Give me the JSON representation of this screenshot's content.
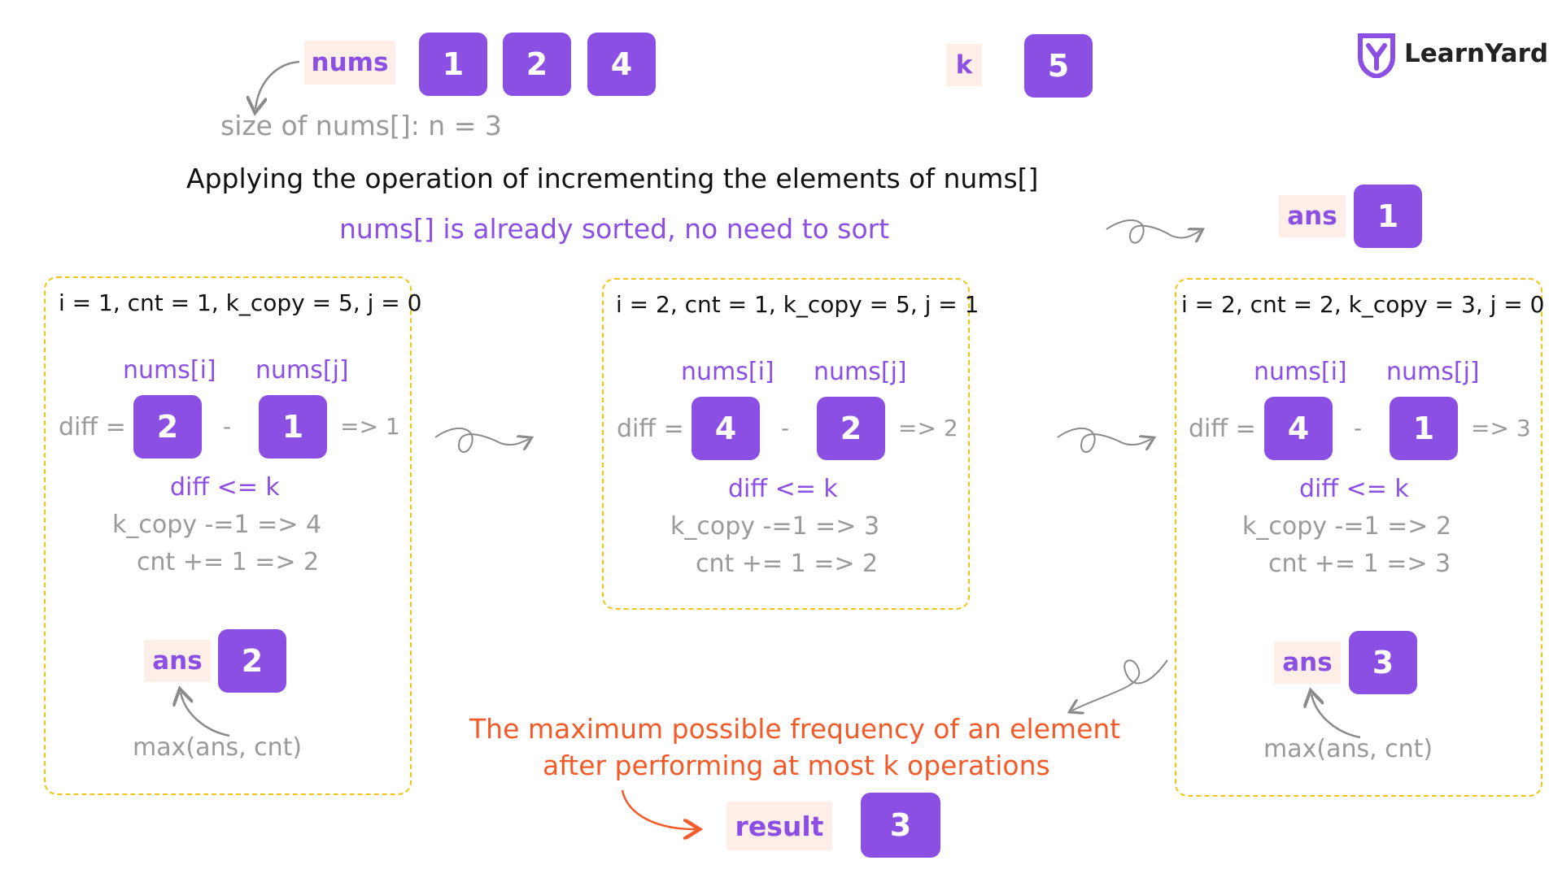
{
  "header": {
    "nums_label": "nums",
    "nums_values": [
      "1",
      "2",
      "4"
    ],
    "k_label": "k",
    "k_value": "5",
    "size_text": "size of nums[]: n = 3",
    "logo_text": "LearnYard"
  },
  "intro": {
    "line1": "Applying the operation of incrementing the elements of nums[]",
    "line2": "nums[] is already sorted, no need to sort"
  },
  "top_ans": {
    "label": "ans",
    "value": "1"
  },
  "steps": [
    {
      "header": "i = 1, cnt = 1, k_copy = 5, j = 0",
      "ni_label": "nums[i]",
      "nj_label": "nums[j]",
      "diff_label": "diff =",
      "ni_value": "2",
      "minus": "-",
      "nj_value": "1",
      "result": "=> 1",
      "cond": "diff <= k",
      "line1": "k_copy -=1 => 4",
      "line2": "cnt += 1 => 2",
      "ans_label": "ans",
      "ans_value": "2",
      "max_text": "max(ans, cnt)"
    },
    {
      "header": "i = 2, cnt = 1, k_copy = 5, j = 1",
      "ni_label": "nums[i]",
      "nj_label": "nums[j]",
      "diff_label": "diff =",
      "ni_value": "4",
      "minus": "-",
      "nj_value": "2",
      "result": "=> 2",
      "cond": "diff <= k",
      "line1": "k_copy -=1 => 3",
      "line2": "cnt += 1 => 2"
    },
    {
      "header": "i = 2, cnt = 2, k_copy = 3, j = 0",
      "ni_label": "nums[i]",
      "nj_label": "nums[j]",
      "diff_label": "diff =",
      "ni_value": "4",
      "minus": "-",
      "nj_value": "1",
      "result": "=> 3",
      "cond": "diff <= k",
      "line1": "k_copy -=1 => 2",
      "line2": "cnt += 1 => 3",
      "ans_label": "ans",
      "ans_value": "3",
      "max_text": "max(ans, cnt)"
    }
  ],
  "conclusion": {
    "line1": "The maximum possible frequency of an element",
    "line2": "after performing at most k operations",
    "result_label": "result",
    "result_value": "3"
  },
  "colors": {
    "purple": "#8b4fe3",
    "tag_bg": "#fdeee8",
    "dash": "#f0c419",
    "orange": "#f25a2a",
    "gray": "#9a9a9a"
  }
}
